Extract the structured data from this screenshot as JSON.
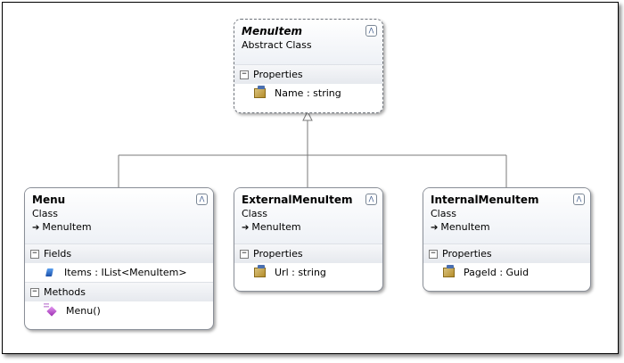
{
  "classes": {
    "menuitem": {
      "name": "MenuItem",
      "kind": "Abstract Class",
      "sections": [
        {
          "title": "Properties",
          "members": [
            {
              "text": "Name : string",
              "icon": "property-icon"
            }
          ]
        }
      ]
    },
    "menu": {
      "name": "Menu",
      "kind": "Class",
      "base": "MenuItem",
      "sections": [
        {
          "title": "Fields",
          "members": [
            {
              "text": "Items : IList<MenuItem>",
              "icon": "field-icon"
            }
          ]
        },
        {
          "title": "Methods",
          "members": [
            {
              "text": "Menu()",
              "icon": "method-icon"
            }
          ]
        }
      ]
    },
    "external": {
      "name": "ExternalMenuItem",
      "kind": "Class",
      "base": "MenuItem",
      "sections": [
        {
          "title": "Properties",
          "members": [
            {
              "text": "Url : string",
              "icon": "property-icon"
            }
          ]
        }
      ]
    },
    "internal": {
      "name": "InternalMenuItem",
      "kind": "Class",
      "base": "MenuItem",
      "sections": [
        {
          "title": "Properties",
          "members": [
            {
              "text": "PageId : Guid",
              "icon": "property-icon"
            }
          ]
        }
      ]
    }
  },
  "glyphs": {
    "collapse": "⋀",
    "base_arrow": "➔",
    "section_toggle": "−"
  },
  "colors": {
    "border": "#8a8f98",
    "connector": "#7a7a7a",
    "section_bg": "#e6e9ee"
  }
}
